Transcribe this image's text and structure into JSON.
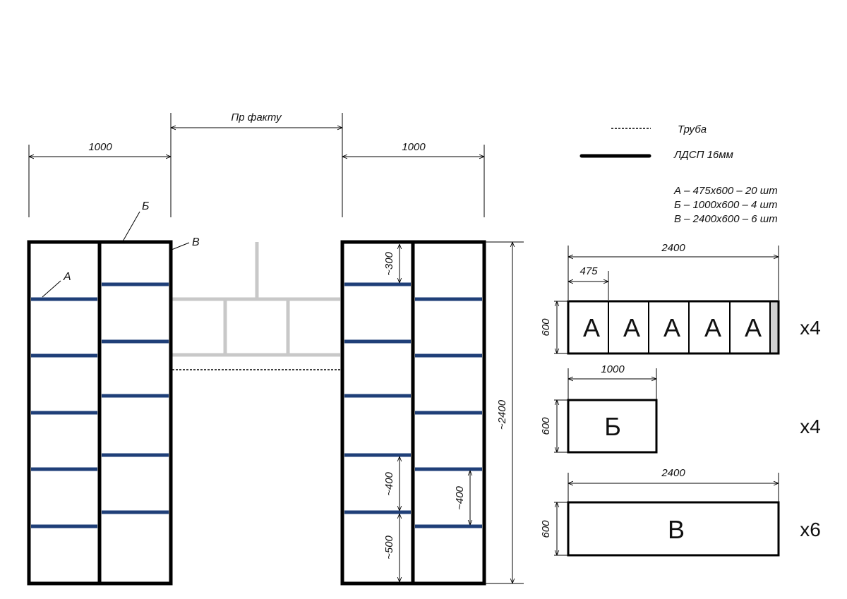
{
  "dimensions": {
    "left_width": "1000",
    "gap_width": "Пр факту",
    "right_width": "1000",
    "height": "~2400",
    "spacing_300": "~300",
    "spacing_400_a": "~400",
    "spacing_500": "~500",
    "spacing_400_b": "~400"
  },
  "markers": {
    "a": "А",
    "b": "Б",
    "c": "В"
  },
  "legend": {
    "pipe_label": "Труба",
    "board_label": "ЛДСП 16мм",
    "parts": [
      "А  –  475х600 – 20 шт",
      "Б  –  1000х600 – 4 шт",
      "В  –  2400х600 – 6 шт"
    ]
  },
  "parts_detail": {
    "a_block": {
      "length": "2400",
      "piece": "475",
      "height": "600",
      "letters": [
        "А",
        "А",
        "А",
        "А",
        "А"
      ],
      "qty": "х4"
    },
    "b_block": {
      "length": "1000",
      "height": "600",
      "letter": "Б",
      "qty": "х4"
    },
    "c_block": {
      "length": "2400",
      "height": "600",
      "letter": "В",
      "qty": "х6"
    }
  },
  "colors": {
    "shelf": "#1f3f78",
    "frame": "#000000",
    "pipe_gray": "#c8c8c8",
    "waste_fill": "#d0d0d0"
  }
}
